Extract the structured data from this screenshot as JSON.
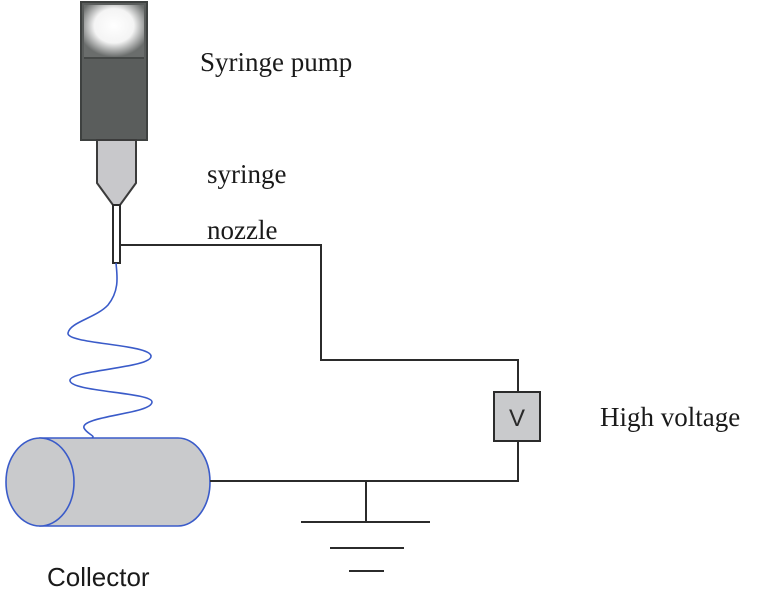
{
  "labels": {
    "syringe_pump": "Syringe  pump",
    "syringe": "syringe",
    "nozzle": "nozzle",
    "high_voltage": "High voltage",
    "collector": "Collector",
    "meter_symbol": "V"
  },
  "colors": {
    "syringe_body": "#5a5d5c",
    "syringe_glow": "#ffffff",
    "syringe_tip": "#c8c8cb",
    "fiber": "#3a5bc9",
    "collector_fill": "#c9cacc",
    "meter_fill": "#c9cacc",
    "wire": "#2b2b2b"
  }
}
